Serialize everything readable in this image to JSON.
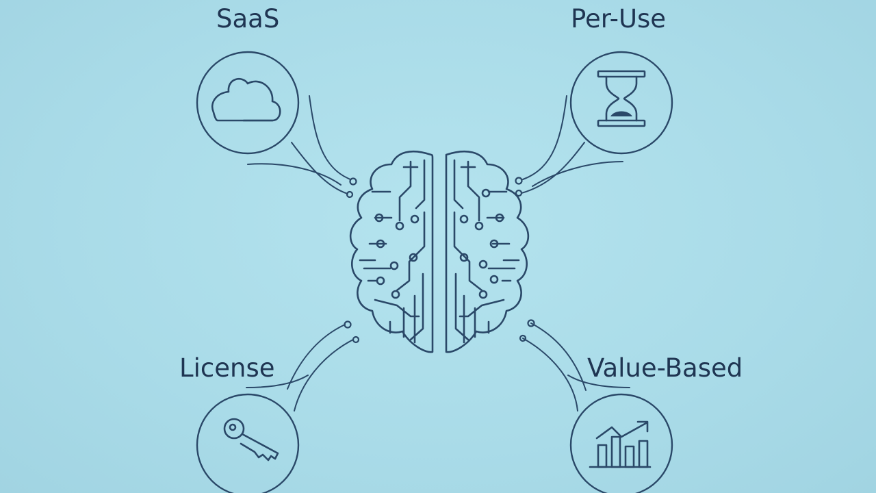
{
  "diagram": {
    "center": {
      "icon": "brain-circuit-icon"
    },
    "nodes": [
      {
        "id": "saas",
        "label": "SaaS",
        "icon": "cloud-icon"
      },
      {
        "id": "per-use",
        "label": "Per-Use",
        "icon": "hourglass-icon"
      },
      {
        "id": "license",
        "label": "License",
        "icon": "key-icon"
      },
      {
        "id": "value-based",
        "label": "Value-Based",
        "icon": "growth-chart-icon"
      }
    ]
  },
  "colors": {
    "background": "#aadcea",
    "stroke": "#2a4868",
    "text": "#1f3552"
  }
}
